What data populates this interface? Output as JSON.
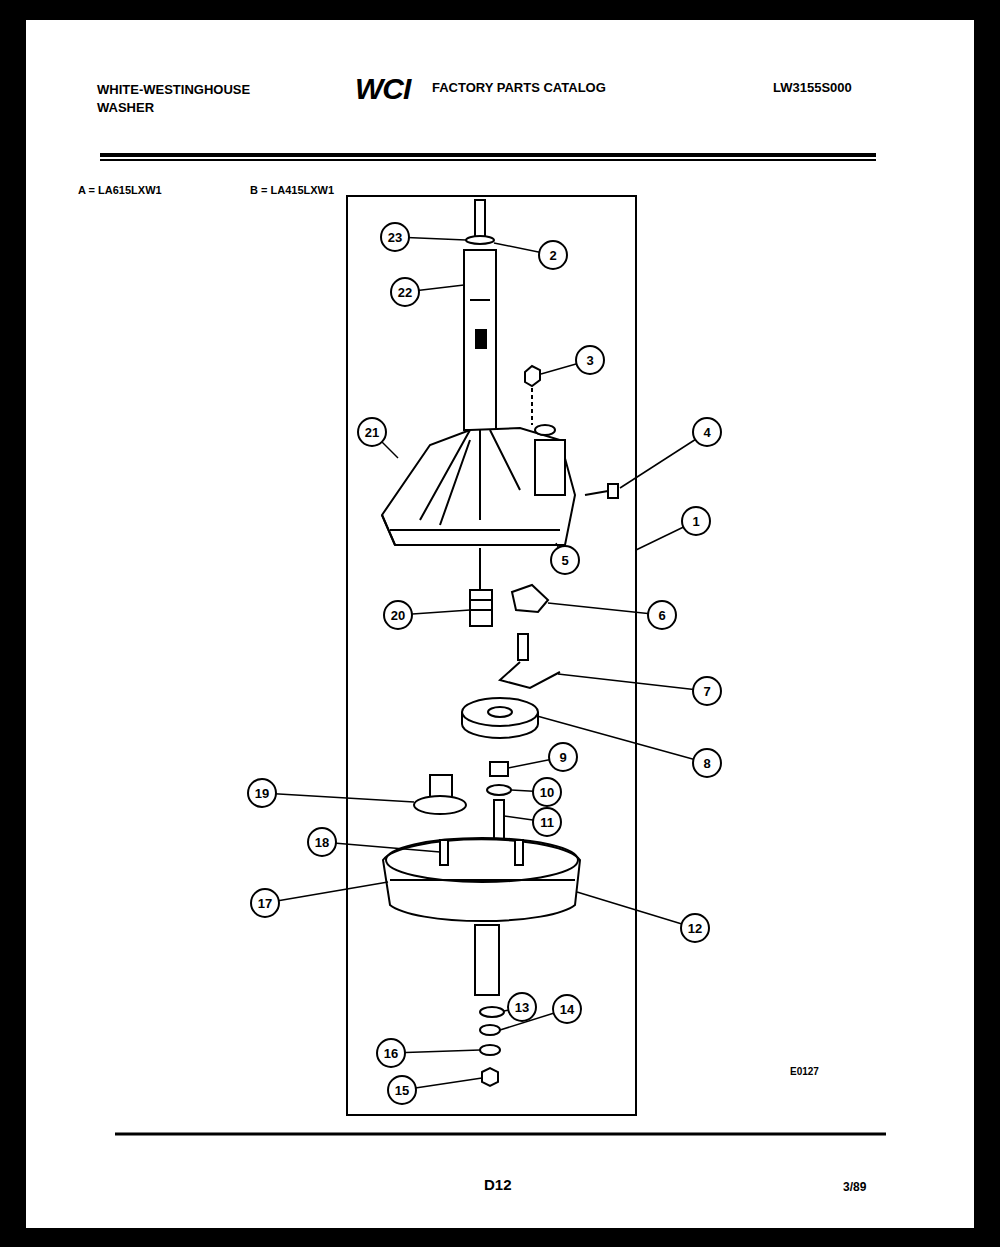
{
  "diagram": {
    "nodes": [
      {
        "text": [
          "23"
        ]
      },
      {
        "text": [
          "2"
        ]
      },
      {
        "text": [
          "22"
        ]
      },
      {
        "text": [
          "3"
        ]
      },
      {
        "text": [
          "21"
        ]
      },
      {
        "text": [
          "4"
        ]
      },
      {
        "text": [
          "1"
        ]
      },
      {
        "text": [
          "5"
        ]
      },
      {
        "text": [
          "20"
        ]
      },
      {
        "text": [
          "6"
        ]
      },
      {
        "text": [
          "7"
        ]
      },
      {
        "text": [
          "9"
        ]
      },
      {
        "text": [
          "8"
        ]
      },
      {
        "text": [
          "19"
        ]
      },
      {
        "text": [
          "10"
        ]
      },
      {
        "text": [
          "11"
        ]
      },
      {
        "text": [
          "18"
        ]
      },
      {
        "text": [
          "17"
        ]
      },
      {
        "text": [
          "12"
        ]
      },
      {
        "text": [
          "13"
        ]
      },
      {
        "text": [
          "14"
        ]
      },
      {
        "text": [
          "16"
        ]
      },
      {
        "text": [
          "15"
        ]
      }
    ],
    "labels": [
      "WHITE-WESTINGHOUSE",
      "WASHER",
      "WCI",
      "FACTORY PARTS CATALOG",
      "LW3155S000",
      "A = LA615LXW1",
      "B = LA415LXW1",
      "E0127",
      "D12",
      "3/89"
    ]
  }
}
